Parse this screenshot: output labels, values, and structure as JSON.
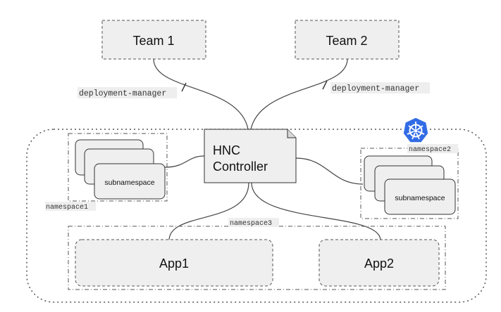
{
  "teams": [
    {
      "label": "Team 1"
    },
    {
      "label": "Team 2"
    }
  ],
  "edges": {
    "team1_label": "deployment-manager",
    "team2_label": "deployment-manager"
  },
  "controller": {
    "line1": "HNC",
    "line2": "Controller"
  },
  "namespaces": {
    "ns1_label": "namespace1",
    "ns2_label": "namespace2",
    "ns3_label": "namespace3",
    "subnamespace_label": "subnamespace"
  },
  "apps": [
    {
      "label": "App1"
    },
    {
      "label": "App2"
    }
  ],
  "colors": {
    "box_fill": "#efefef",
    "kubernetes_blue": "#326ce5"
  },
  "icons": {
    "cluster_logo": "kubernetes-icon"
  }
}
